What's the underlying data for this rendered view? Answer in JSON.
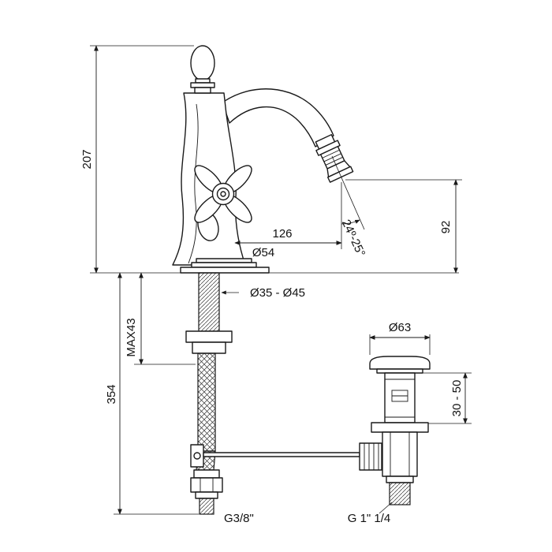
{
  "drawing": {
    "type": "technical-dimension-drawing",
    "subject": "classic bidet mixer faucet with cross handle, flexible supply hose and pop-up waste drain",
    "colors": {
      "line": "#1a1a1a",
      "background": "#ffffff"
    },
    "dims": {
      "total_height": "207",
      "spout_reach": "126",
      "spout_height": "92",
      "spray_angle": "24º-25°",
      "base_diameter": "Ø54",
      "hole_diameter": "Ø35 - Ø45",
      "max_mounting": "MAX43",
      "supply_length": "354",
      "waste_flange_diameter": "Ø63",
      "waste_adjust_range": "30 - 50",
      "supply_thread": "G3/8\"",
      "waste_thread": "G 1\" 1/4"
    }
  }
}
